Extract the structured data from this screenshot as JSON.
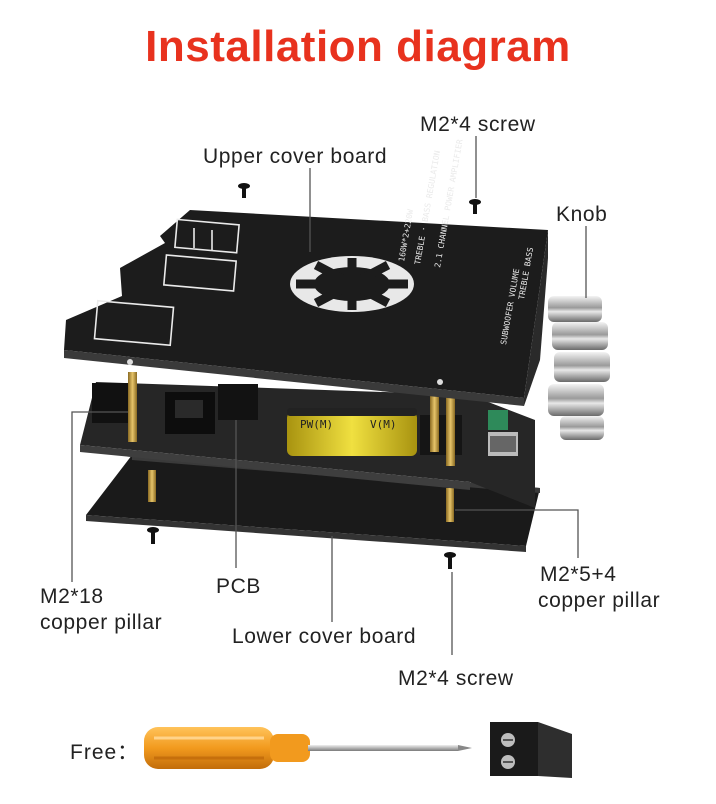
{
  "title": "Installation diagram",
  "labels": {
    "screw_top": "M2*4 screw",
    "upper_cover": "Upper cover board",
    "knob": "Knob",
    "pillar_18_line1": "M2*18",
    "pillar_18_line2": "copper pillar",
    "pcb": "PCB",
    "lower_cover": "Lower cover board",
    "pillar_54_line1": "M2*5+4",
    "pillar_54_line2": "copper pillar",
    "screw_bottom": "M2*4 screw"
  },
  "free_label": "Free：",
  "colors": {
    "title": "#e8321e",
    "board": "#1b1b1b",
    "pcb": "#2a2a2a",
    "brass": "#c9a44a",
    "screwdriver_handle": "#f29a1e",
    "capacitor": "#e8d21e"
  }
}
